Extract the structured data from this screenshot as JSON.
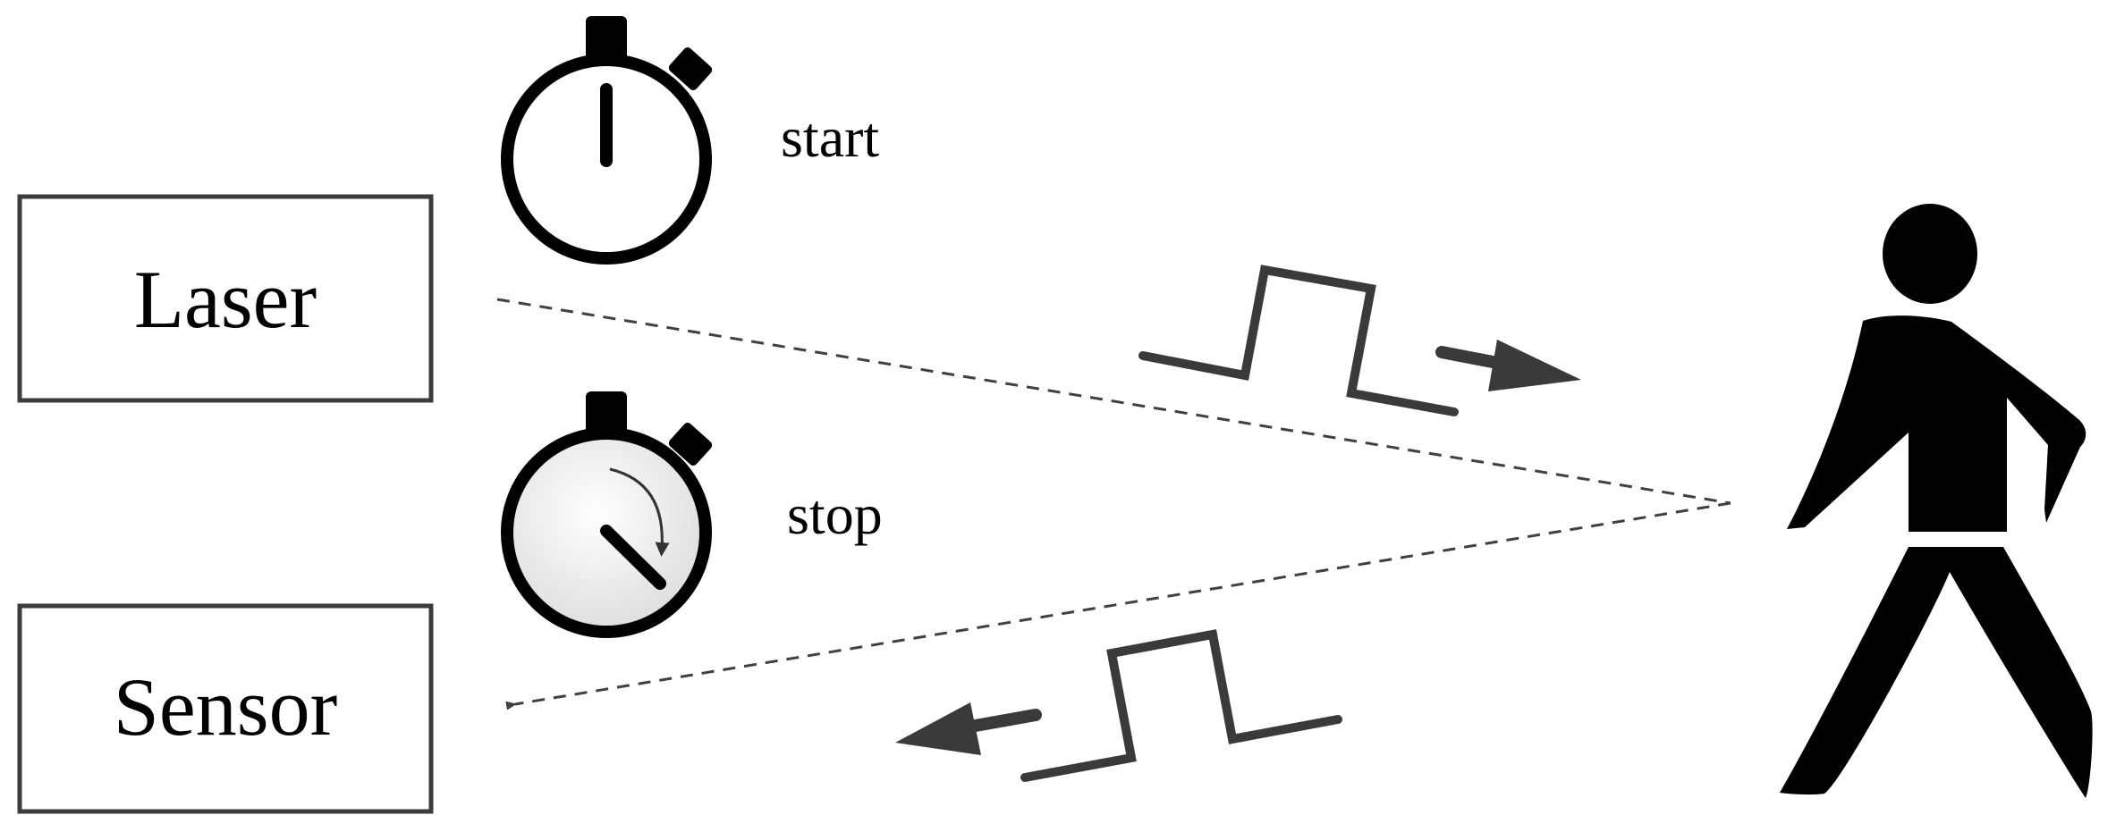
{
  "boxes": {
    "laser_label": "Laser",
    "sensor_label": "Sensor"
  },
  "timers": {
    "start_label": "start",
    "stop_label": "stop"
  },
  "colors": {
    "ink": "#000000",
    "pulse": "#3a3a3a",
    "beam": "#404040",
    "stopwatch_face": "#ececec"
  },
  "icons": {
    "start_timer": "stopwatch-icon",
    "stop_timer": "stopwatch-running-icon",
    "target": "pedestrian-icon"
  }
}
